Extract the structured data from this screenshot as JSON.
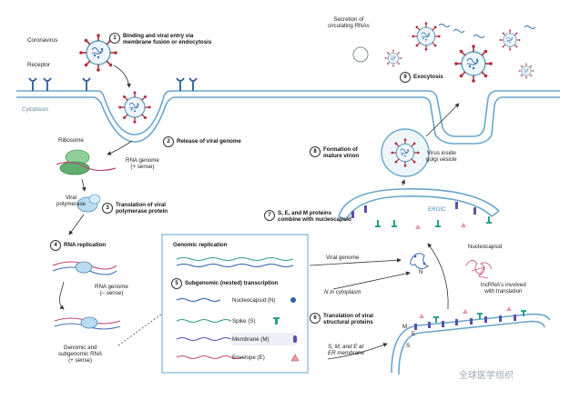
{
  "labels": {
    "coronavirus": "Coronavirus",
    "receptor": "Receptor",
    "cytoplasm": "Cytoplasm",
    "ribosome": "Ribosome",
    "rna_genome_plus": "RNA genome\n(+ sense)",
    "viral_polymerase": "Viral\npolymerase",
    "rna_genome_minus": "RNA genome\n(– sense)",
    "genomic_subgenomic": "Genomic and\nsubgenomic RNA\n(+ sense)",
    "secretion": "Secretion of\ncirculating RNAs",
    "virus_golgi": "Virus inside\ngolgi vesicle",
    "ergic": "ERGIC",
    "viral_genome": "Viral genome",
    "nucleocapsid": "Nucleocapsid",
    "n_letter": "N",
    "lncrna": "lncRNA's involved\nwith translation",
    "n_in_cytoplasm": "N in cytoplasm",
    "sme_er": "S, M, and E at\nER membrane",
    "m_letter": "M",
    "e_letter": "E",
    "s_letter": "S",
    "watermark": "全球医学组织"
  },
  "steps": [
    {
      "n": "1",
      "text": "Binding and viral entry via\nmembrane fusion or endocytosis"
    },
    {
      "n": "2",
      "text": "Release of viral genome"
    },
    {
      "n": "3",
      "text": "Translation of viral\npolymerase protein"
    },
    {
      "n": "4",
      "text": "RNA replication"
    },
    {
      "n": "5",
      "text": "Subgenomic (nested) transcription"
    },
    {
      "n": "6",
      "text": "Translation of viral\nstructural proteins"
    },
    {
      "n": "7",
      "text": "S, E, and M proteins\ncombine with nucleocapsid"
    },
    {
      "n": "8",
      "text": "Formation of\nmature virion"
    },
    {
      "n": "9",
      "text": "Exocytosis"
    }
  ],
  "box": {
    "genomic_replication": "Genomic replication",
    "proteins": [
      {
        "name": "Nucleocapsid (N)",
        "color": "#2a5fa8"
      },
      {
        "name": "Spike (S)",
        "color": "#2e9e8a"
      },
      {
        "name": "Membrane (M)",
        "color": "#5a4fb0"
      },
      {
        "name": "Envelope (E)",
        "color": "#c0506a"
      }
    ]
  },
  "colors": {
    "membrane": "#6aa6cc",
    "membrane_fill": "#e4f0f8",
    "spike_red": "#b03040",
    "virus_teal": "#4a9ab8",
    "rna_blue": "#3a6db0",
    "box_border": "#7ab3d6"
  }
}
